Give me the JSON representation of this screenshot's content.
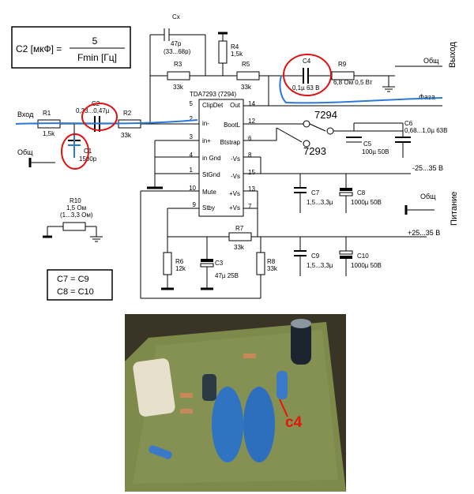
{
  "formula": {
    "lhs": "C2 [мкФ] =",
    "num": "5",
    "den": "Fmin [Гц]"
  },
  "equalities": [
    "C7 = C9",
    "C8 = C10"
  ],
  "chip": {
    "title": "TDA7293 (7294)"
  },
  "pins": [
    {
      "num": "5",
      "name": "ClipDet"
    },
    {
      "num": "2",
      "name": "in-"
    },
    {
      "num": "3",
      "name": "in+"
    },
    {
      "num": "4",
      "name": "in Gnd"
    },
    {
      "num": "1",
      "name": "StGnd"
    },
    {
      "num": "10",
      "name": "Mute"
    },
    {
      "num": "9",
      "name": "Stby"
    },
    {
      "num": "14",
      "name": "Out"
    },
    {
      "num": "12",
      "name": "BootL"
    },
    {
      "num": "6",
      "name": "Btstrap"
    },
    {
      "num": "8",
      "name": "-Vs"
    },
    {
      "num": "15",
      "name": "-Vs"
    },
    {
      "num": "13",
      "name": "+Vs"
    },
    {
      "num": "7",
      "name": "+Vs"
    }
  ],
  "components": {
    "cx": {
      "name": "Cx",
      "value": "47p",
      "range": "(33...68p)"
    },
    "r4": {
      "name": "R4",
      "value": "1,5k"
    },
    "r3": {
      "name": "R3",
      "value": "33k"
    },
    "r5": {
      "name": "R5",
      "value": "33k"
    },
    "c4": {
      "name": "C4",
      "value": "0,1µ 63 B"
    },
    "r9": {
      "name": "R9",
      "value": "6,8 Ом 0,5 Вт"
    },
    "r1": {
      "name": "R1",
      "value": "1,5k"
    },
    "c2": {
      "name": "C2",
      "value": "0,33...0,47µ"
    },
    "r2": {
      "name": "R2",
      "value": "33k"
    },
    "c1": {
      "name": "C1",
      "value": "1500p"
    },
    "c5": {
      "name": "C5",
      "value": "100µ 50B"
    },
    "c6": {
      "name": "C6",
      "value": "0,68...1,0µ 63B"
    },
    "c7": {
      "name": "C7",
      "value": "1,5...3,3µ"
    },
    "c8": {
      "name": "C8",
      "value": "1000µ 50B"
    },
    "c9": {
      "name": "C9",
      "value": "1,5...3,3µ"
    },
    "c10": {
      "name": "C10",
      "value": "1000µ 50B"
    },
    "r10": {
      "name": "R10",
      "value": "1,5 Ом",
      "range": "(1...3,3 Ом)"
    },
    "r6": {
      "name": "R6",
      "value": "12k"
    },
    "r7": {
      "name": "R7",
      "value": "33k"
    },
    "c3": {
      "name": "C3",
      "value": "47µ 25B"
    },
    "r8": {
      "name": "R8",
      "value": "33k"
    }
  },
  "labels": {
    "input": "Вход",
    "gnd": "Общ",
    "output": "Выход",
    "phase": "Фаза",
    "power": "Питание",
    "neg_rail": "-25...35 B",
    "pos_rail": "+25...35 B",
    "sel_7294": "7294",
    "sel_7293": "7293"
  },
  "photo": {
    "label": "c4"
  }
}
